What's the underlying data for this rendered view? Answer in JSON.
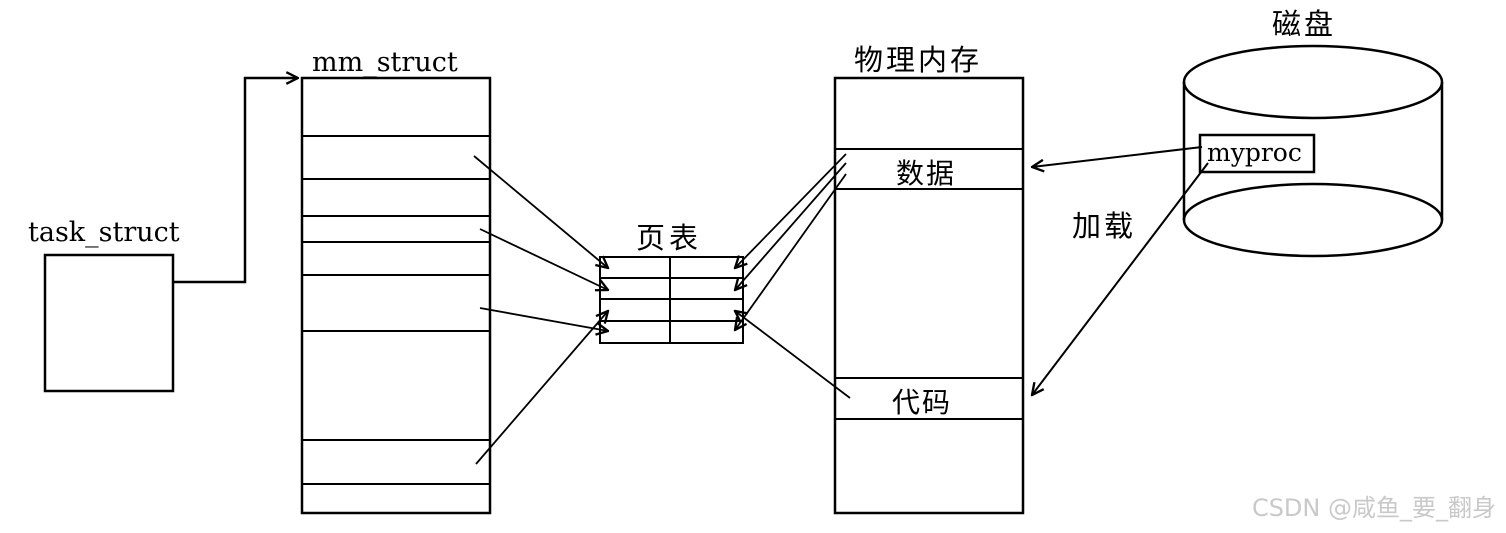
{
  "labels": {
    "task_struct": "task_struct",
    "mm_struct": "mm_struct",
    "page_table": "页表",
    "physical_memory": "物理内存",
    "data_region": "数据",
    "code_region": "代码",
    "disk": "磁盘",
    "myproc": "myproc",
    "load": "加载"
  },
  "watermark": "CSDN @咸鱼_要_翻身",
  "colors": {
    "stroke": "#000000",
    "background": "#ffffff",
    "watermark": "#c9c9c9"
  }
}
